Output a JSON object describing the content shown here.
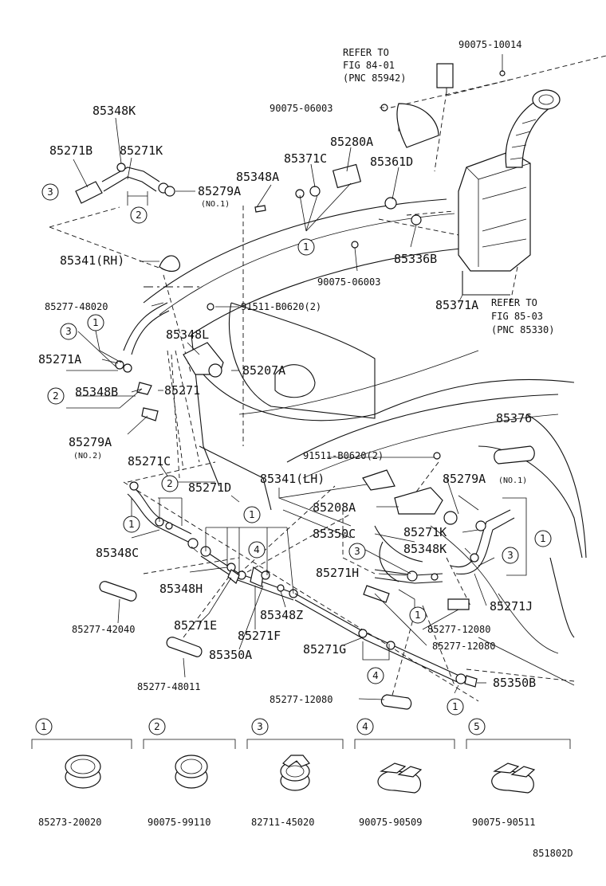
{
  "diagram_id": "851802D",
  "refs": {
    "ref1_line1": "REFER TO",
    "ref1_line2": "FIG 84-01",
    "ref1_line3": "(PNC 85942)",
    "ref2_line1": "REFER TO",
    "ref2_line2": "FIG 85-03",
    "ref2_line3": "(PNC 85330)"
  },
  "parts": {
    "p90075_10014": "90075-10014",
    "p90075_06003_top": "90075-06003",
    "p85348K": "85348K",
    "p85280A": "85280A",
    "p85271B": "85271B",
    "p85271K_top": "85271K",
    "p85371C": "85371C",
    "p85361D": "85361D",
    "p85348A": "85348A",
    "p85279A_top": "85279A",
    "no1_top": "(NO.1)",
    "p85341RH": "85341(RH)",
    "p85336B": "85336B",
    "p90075_06003_mid": "90075-06003",
    "p85277_48020": "85277-48020",
    "p91511_B0620_top": "91511-B0620(2)",
    "p85371A": "85371A",
    "p85348L": "85348L",
    "p85271A": "85271A",
    "p85207A": "85207A",
    "p85348B": "85348B",
    "p85271": "85271",
    "p85376": "85376",
    "p85279A_mid": "85279A",
    "no2": "(NO.2)",
    "p91511_B0620_mid": "91511-B0620(2)",
    "p85271C": "85271C",
    "p85341LH": "85341(LH)",
    "p85279A_right": "85279A",
    "no1_right": "(NO.1)",
    "p85271D": "85271D",
    "p85208A": "85208A",
    "p85350C": "85350C",
    "p85271K_right": "85271K",
    "p85348C": "85348C",
    "p85348K_right": "85348K",
    "p85348H": "85348H",
    "p85271H": "85271H",
    "p85271J": "85271J",
    "p85277_42040": "85277-42040",
    "p85271E": "85271E",
    "p85348Z": "85348Z",
    "p85277_12080_a": "85277-12080",
    "p85271F": "85271F",
    "p85271G": "85271G",
    "p85277_12080_b": "85277-12080",
    "p85350A": "85350A",
    "p85277_48011": "85277-48011",
    "p85350B": "85350B",
    "p85277_12080_c": "85277-12080"
  },
  "legend": [
    {
      "num": "1",
      "part": "85273-20020"
    },
    {
      "num": "2",
      "part": "90075-99110"
    },
    {
      "num": "3",
      "part": "82711-45020"
    },
    {
      "num": "4",
      "part": "90075-90509"
    },
    {
      "num": "5",
      "part": "90075-90511"
    }
  ],
  "callouts": [
    "1",
    "2",
    "3",
    "4"
  ]
}
